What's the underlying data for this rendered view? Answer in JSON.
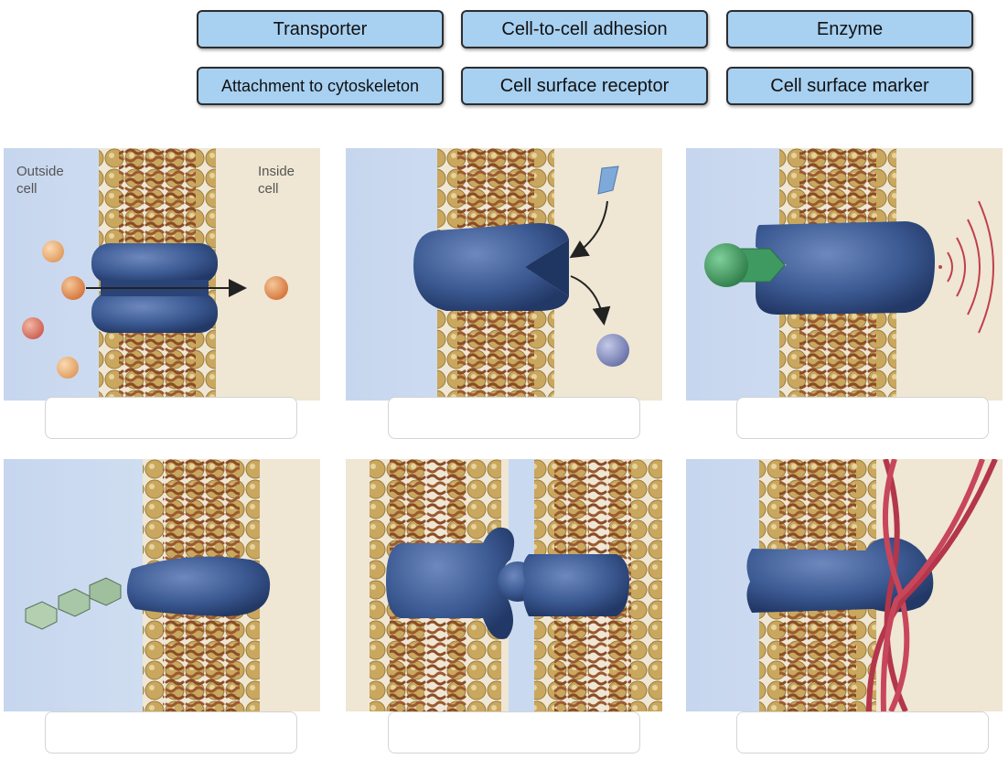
{
  "labels": [
    {
      "text": "Transporter"
    },
    {
      "text": "Cell-to-cell adhesion"
    },
    {
      "text": "Enzyme"
    },
    {
      "text": "Attachment to cytoskeleton"
    },
    {
      "text": "Cell surface receptor"
    },
    {
      "text": "Cell surface marker"
    }
  ],
  "panel1": {
    "outside_line1": "Outside",
    "outside_line2": "cell",
    "inside_line1": "Inside",
    "inside_line2": "cell"
  },
  "colors": {
    "label_bg": "#a7d0f1",
    "outside_bg": "#c9daf0",
    "inside_bg": "#efe6d4",
    "protein": "#3c5a93",
    "phospholipid_head": "#c9a75e",
    "lipid_tail": "#8a4c26",
    "signal": "#c0404a",
    "cytoskeleton": "#b3364a"
  }
}
